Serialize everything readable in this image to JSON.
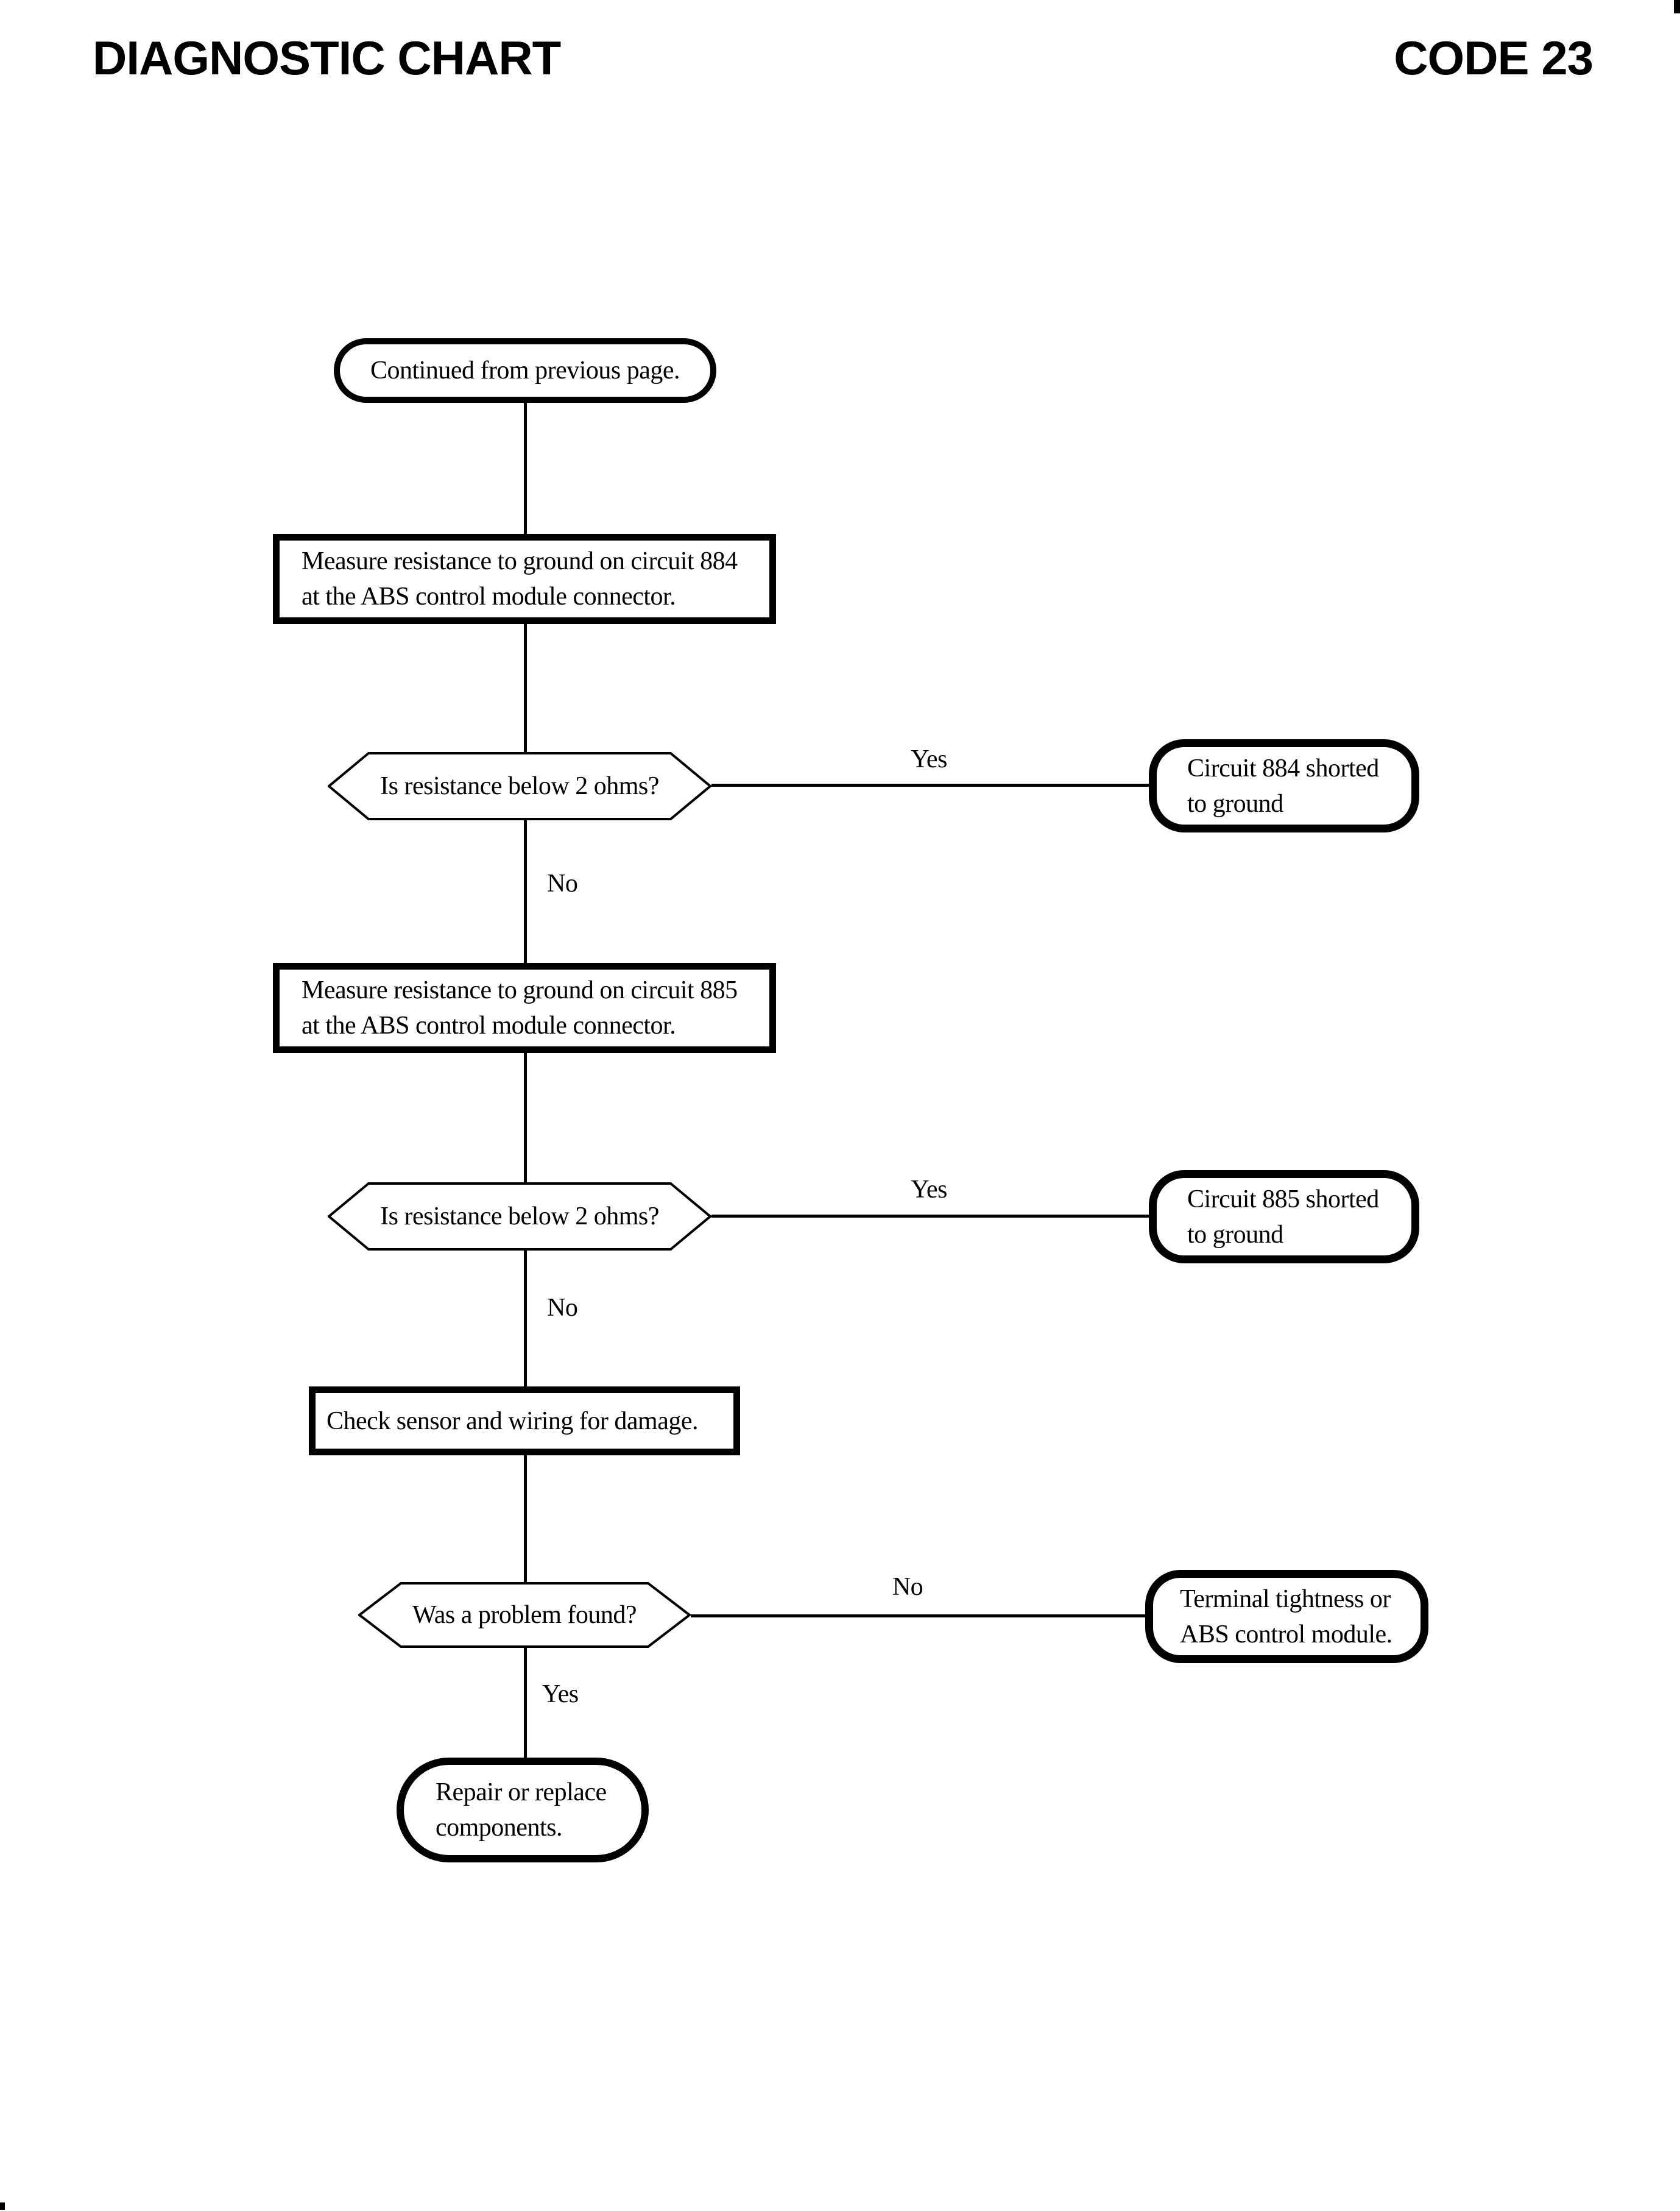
{
  "header": {
    "title": "DIAGNOSTIC CHART",
    "code": "CODE 23"
  },
  "flow": {
    "start": {
      "text": "Continued from previous page."
    },
    "measure884": {
      "text": "Measure resistance to ground on circuit 884\nat the ABS control module connector."
    },
    "decision884": {
      "text": "Is resistance below 2 ohms?",
      "yes": "Yes",
      "no": "No"
    },
    "result884": {
      "text": "Circuit 884 shorted\nto ground"
    },
    "measure885": {
      "text": "Measure resistance to ground on circuit 885\nat the ABS control module connector."
    },
    "decision885": {
      "text": "Is resistance below 2 ohms?",
      "yes": "Yes",
      "no": "No"
    },
    "result885": {
      "text": "Circuit 885 shorted\nto ground"
    },
    "check": {
      "text": "Check sensor and wiring for damage."
    },
    "problem": {
      "text": "Was a problem found?",
      "yes": "Yes",
      "no": "No"
    },
    "terminal": {
      "text": "Terminal tightness or\nABS control module."
    },
    "repair": {
      "text": "Repair or replace\ncomponents."
    }
  },
  "colors": {
    "ink": "#000000",
    "paper": "#ffffff"
  }
}
